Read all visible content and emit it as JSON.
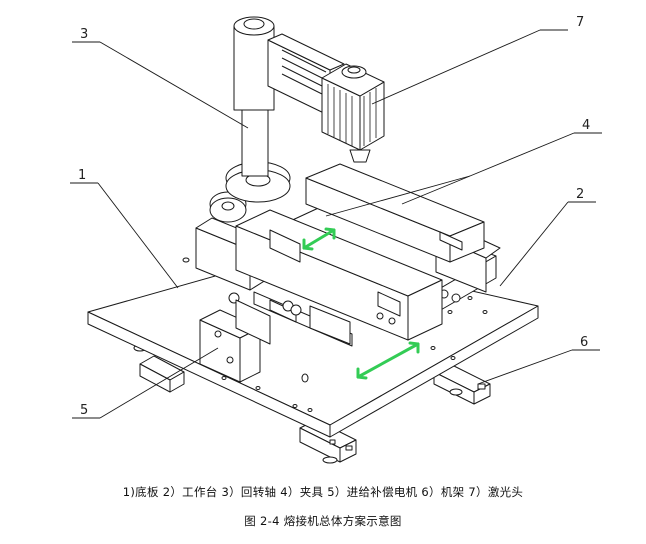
{
  "diagram": {
    "callouts": [
      "1",
      "2",
      "3",
      "4",
      "5",
      "6",
      "7"
    ],
    "arrow_color": "#33cc55",
    "line_color": "#1a1a1a"
  },
  "caption": {
    "parts": "1)底板 2）工作台 3）回转轴 4）夹具 5）进给补偿电机 6）机架 7）激光头",
    "title": "图 2-4 熔接机总体方案示意图"
  }
}
